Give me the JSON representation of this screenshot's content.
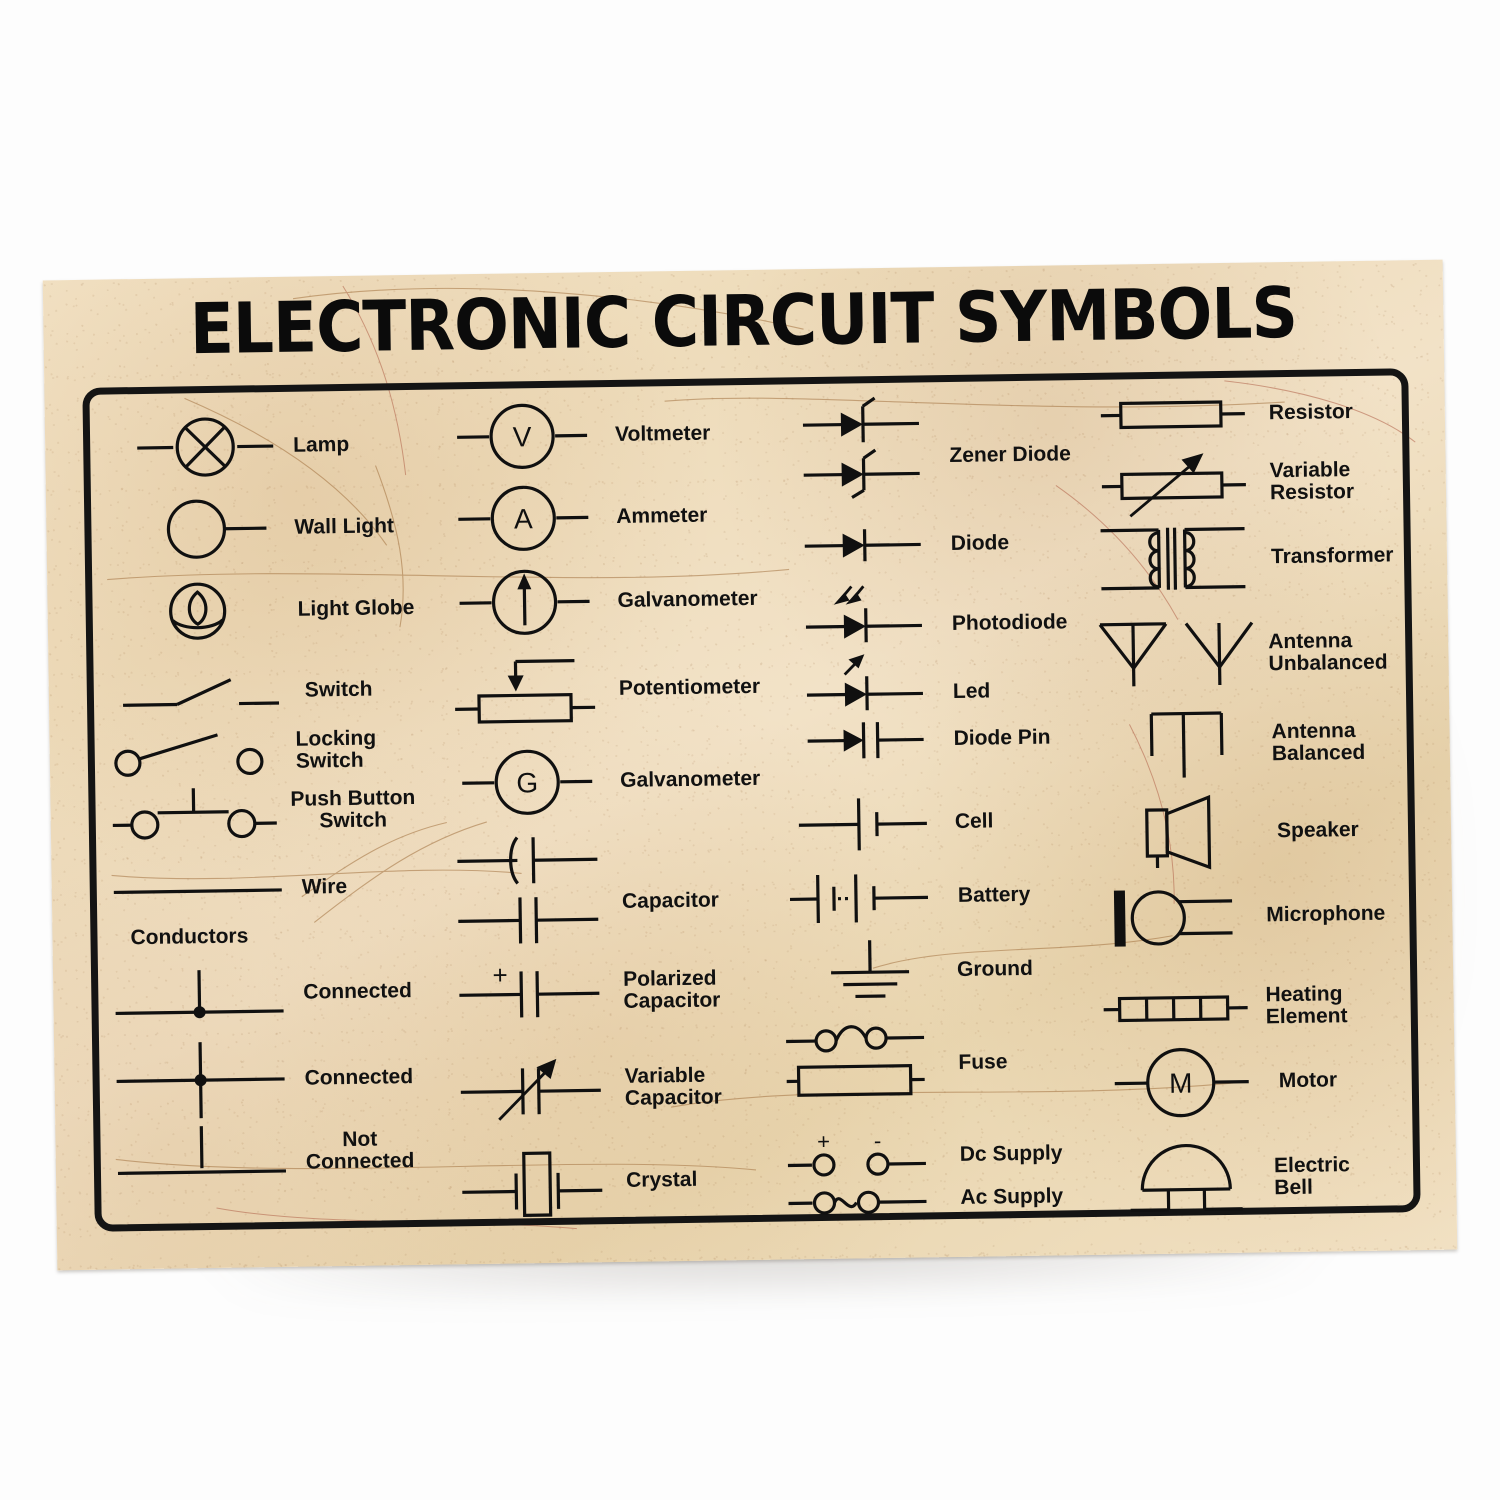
{
  "poster": {
    "title": "ELECTRONIC CIRCUIT SYMBOLS",
    "paper_color": "#eedcbb",
    "ink_color": "#101010",
    "frame_color": "#141414"
  },
  "columns": [
    {
      "name": "lamps-switches-conductors",
      "entries": [
        {
          "symbol": "lamp",
          "label": "Lamp"
        },
        {
          "symbol": "wall-light",
          "label": "Wall Light"
        },
        {
          "symbol": "light-globe",
          "label": "Light Globe"
        },
        {
          "symbol": "switch",
          "label": "Switch"
        },
        {
          "symbol": "locking-switch",
          "label": "Locking Switch"
        },
        {
          "symbol": "push-button-switch",
          "label": "Push Button\nSwitch"
        },
        {
          "symbol": "wire",
          "label": "Wire"
        },
        {
          "symbol": "none",
          "label": "Conductors"
        },
        {
          "symbol": "connected-tee",
          "label": "Connected"
        },
        {
          "symbol": "connected-cross",
          "label": "Connected"
        },
        {
          "symbol": "not-connected",
          "label": "Not\nConnected"
        }
      ]
    },
    {
      "name": "meters-capacitors",
      "entries": [
        {
          "symbol": "voltmeter",
          "label": "Voltmeter"
        },
        {
          "symbol": "ammeter",
          "label": "Ammeter"
        },
        {
          "symbol": "galvanometer-arrow",
          "label": "Galvanometer"
        },
        {
          "symbol": "potentiometer",
          "label": "Potentiometer"
        },
        {
          "symbol": "galvanometer-g",
          "label": "Galvanometer"
        },
        {
          "symbol": "capacitor-curved",
          "label": ""
        },
        {
          "symbol": "capacitor-flat",
          "label": "Capacitor"
        },
        {
          "symbol": "polarized-capacitor",
          "label": "Polarized\nCapacitor"
        },
        {
          "symbol": "variable-capacitor",
          "label": "Variable\nCapacitor"
        },
        {
          "symbol": "crystal",
          "label": "Crystal"
        }
      ]
    },
    {
      "name": "diodes-supplies",
      "entries": [
        {
          "symbol": "zener-diode-a",
          "label": ""
        },
        {
          "symbol": "zener-diode-b",
          "label": "Zener Diode"
        },
        {
          "symbol": "diode",
          "label": "Diode"
        },
        {
          "symbol": "photodiode",
          "label": "Photodiode"
        },
        {
          "symbol": "led",
          "label": "Led"
        },
        {
          "symbol": "diode-pin",
          "label": "Diode Pin"
        },
        {
          "symbol": "cell",
          "label": "Cell"
        },
        {
          "symbol": "battery",
          "label": "Battery"
        },
        {
          "symbol": "ground",
          "label": "Ground"
        },
        {
          "symbol": "fuse-wire",
          "label": ""
        },
        {
          "symbol": "fuse-box",
          "label": "Fuse"
        },
        {
          "symbol": "dc-supply",
          "label": "Dc Supply"
        },
        {
          "symbol": "ac-supply",
          "label": "Ac Supply"
        }
      ]
    },
    {
      "name": "passive-transducers",
      "entries": [
        {
          "symbol": "resistor",
          "label": "Resistor"
        },
        {
          "symbol": "variable-resistor",
          "label": "Variable\nResistor"
        },
        {
          "symbol": "transformer",
          "label": "Transformer"
        },
        {
          "symbol": "antenna-unbalanced",
          "label": "Antenna\nUnbalanced"
        },
        {
          "symbol": "antenna-balanced",
          "label": "Antenna\nBalanced"
        },
        {
          "symbol": "speaker",
          "label": "Speaker"
        },
        {
          "symbol": "microphone",
          "label": "Microphone"
        },
        {
          "symbol": "heating-element",
          "label": "Heating Element"
        },
        {
          "symbol": "motor",
          "label": "Motor"
        },
        {
          "symbol": "electric-bell",
          "label": "Electric\nBell"
        }
      ]
    }
  ],
  "symbol_glyph_text": {
    "voltmeter": "V",
    "ammeter": "A",
    "galvanometer-g": "G",
    "motor": "M",
    "polarized-capacitor": "+",
    "dc-supply-plus": "+",
    "dc-supply-minus": "-"
  }
}
